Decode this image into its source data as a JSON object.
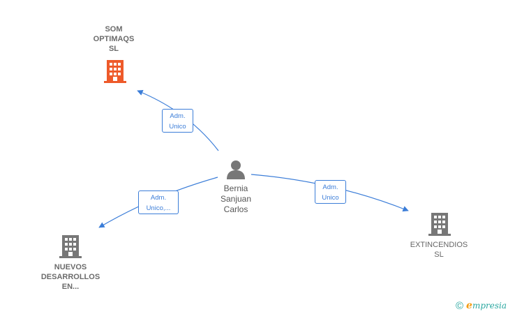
{
  "colors": {
    "edge": "#3b7dd8",
    "highlight_company": "#ee5a2a",
    "company": "#777777",
    "person": "#777777",
    "footer": "#2aa7a0"
  },
  "nodes": {
    "person": {
      "label": "Bernia\nSanjuan\nCarlos",
      "icon": "person-icon"
    },
    "som": {
      "label": "SOM\nOPTIMAQS\nSL",
      "icon": "building-icon"
    },
    "nuevos": {
      "label": "NUEVOS\nDESARROLLOS\nEN...",
      "icon": "building-icon"
    },
    "extincendios": {
      "label": "EXTINCENDIOS\nSL",
      "icon": "building-icon"
    }
  },
  "edges": {
    "som": "Adm.\nUnico",
    "nuevos": "Adm.\nUnico,...",
    "extincendios": "Adm.\nUnico"
  },
  "footer": {
    "copyright_symbol": "©",
    "brand_first": "e",
    "brand_rest": "mpresia"
  }
}
